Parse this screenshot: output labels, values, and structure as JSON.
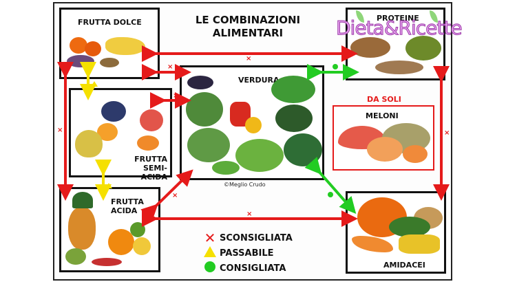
{
  "title": [
    "LE COMBINAZIONI",
    "ALIMENTARI"
  ],
  "watermark": "Dieta&Ricette",
  "copyright": "©Meglio Crudo",
  "groups": {
    "frutta_dolce": "FRUTTA DOLCE",
    "frutta_semi_acida": [
      "FRUTTA",
      "SEMI-ACIDA"
    ],
    "frutta_acida": [
      "FRUTTA",
      "ACIDA"
    ],
    "verdura": "VERDURA",
    "proteine": "PROTEINE",
    "meloni": "MELONI",
    "da_soli": "DA SOLI",
    "amidacei": "AMIDACEI"
  },
  "legend": [
    {
      "symbol": "cross",
      "label": "SCONSIGLIATA",
      "color": "#e51a1a"
    },
    {
      "symbol": "triangle",
      "label": "PASSABILE",
      "color": "#f5e000"
    },
    {
      "symbol": "circle",
      "label": "CONSIGLIATA",
      "color": "#22cc22"
    }
  ],
  "combinations": [
    {
      "from": "Frutta dolce",
      "to": "Proteine",
      "rating": "sconsigliata"
    },
    {
      "from": "Frutta dolce",
      "to": "Verdura",
      "rating": "sconsigliata"
    },
    {
      "from": "Frutta dolce",
      "to": "Frutta semi-acida",
      "rating": "passabile"
    },
    {
      "from": "Frutta dolce",
      "to": "Frutta acida",
      "rating": "sconsigliata"
    },
    {
      "from": "Frutta semi-acida",
      "to": "Verdura",
      "rating": "sconsigliata"
    },
    {
      "from": "Frutta semi-acida",
      "to": "Frutta acida",
      "rating": "passabile"
    },
    {
      "from": "Verdura",
      "to": "Proteine",
      "rating": "consigliata"
    },
    {
      "from": "Verdura",
      "to": "Frutta acida",
      "rating": "sconsigliata"
    },
    {
      "from": "Verdura",
      "to": "Amidacei",
      "rating": "consigliata"
    },
    {
      "from": "Frutta acida",
      "to": "Amidacei",
      "rating": "sconsigliata"
    },
    {
      "from": "Proteine",
      "to": "Amidacei",
      "rating": "sconsigliata"
    }
  ],
  "colors": {
    "red": "#e51a1a",
    "yellow": "#f5e000",
    "green": "#22cc22"
  }
}
